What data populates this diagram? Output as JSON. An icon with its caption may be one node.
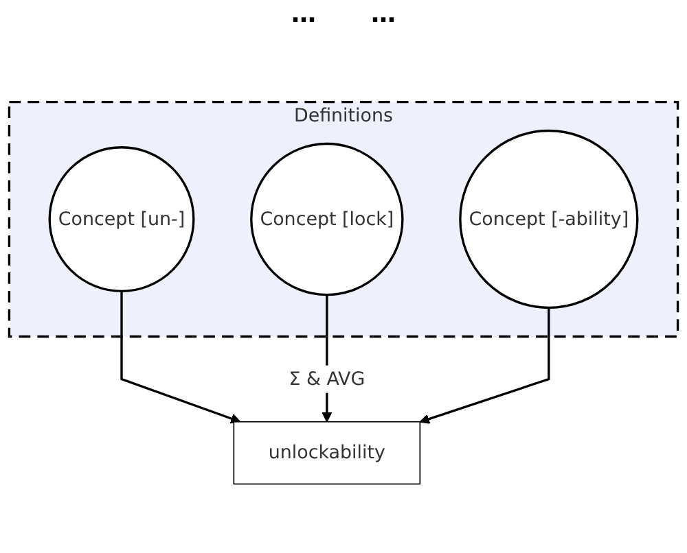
{
  "diagram": {
    "nodes": [
      {
        "text": [
          "Definitions"
        ]
      },
      {
        "text": [
          "Concept [un-]"
        ],
        "in": 0
      },
      {
        "text": [
          "Concept [lock]"
        ],
        "in": 0
      },
      {
        "text": [
          "Concept [-ability]"
        ],
        "in": 0
      },
      {
        "text": [
          "unlockability"
        ]
      }
    ],
    "edges": [
      {
        "from": 1,
        "to": 4,
        "arrow": "to"
      },
      {
        "from": 2,
        "to": 4,
        "arrow": "to",
        "label": "Σ & AVG"
      },
      {
        "from": 3,
        "to": 4,
        "arrow": "to"
      }
    ],
    "labels": [
      "…",
      "…"
    ]
  }
}
